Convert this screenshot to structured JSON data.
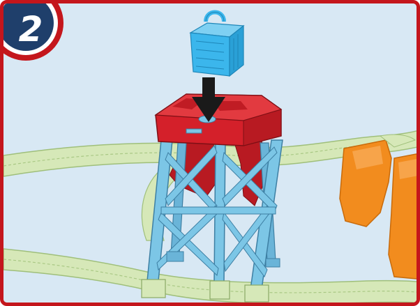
{
  "step": {
    "number": "2"
  },
  "colors": {
    "frame": "#c4161c",
    "badge": "#1f3f6b",
    "background": "#d8e8f4",
    "track": "#d6e8b8",
    "crane_legs": "#7cc6e6",
    "crane_top": "#d4202a",
    "block": "#3bb6ec",
    "tunnel": "#f28c1e",
    "arrow": "#1a1a1a"
  },
  "scene": {
    "description_icons": [
      "train-track",
      "crane-tower",
      "cargo-block",
      "down-arrow",
      "orange-tunnel"
    ]
  }
}
